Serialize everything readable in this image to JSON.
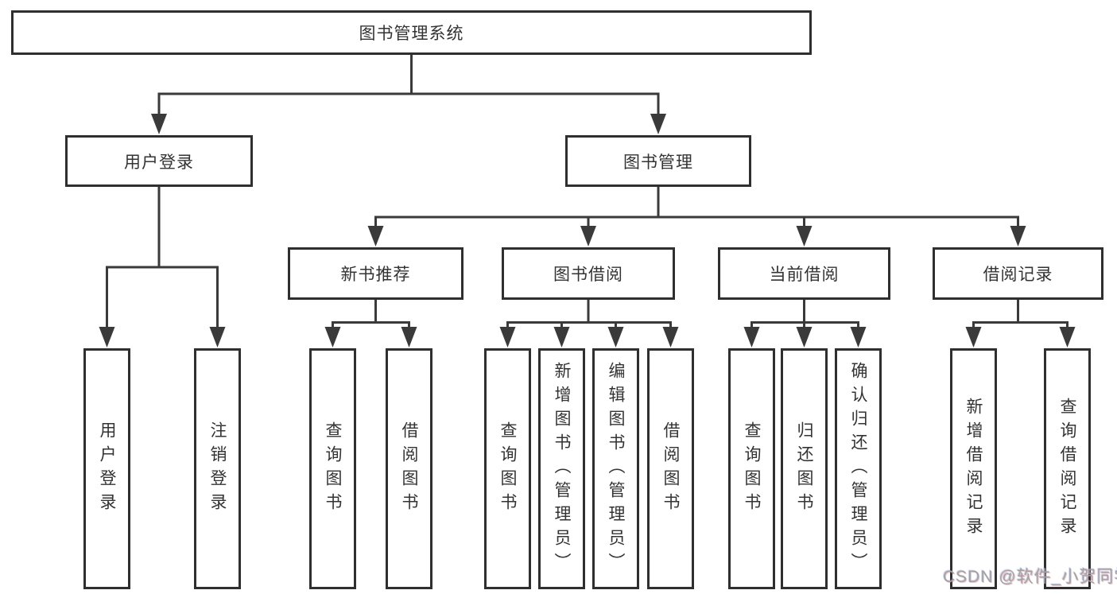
{
  "tree": {
    "root": {
      "label": "图书管理系统"
    },
    "level2": [
      {
        "label": "用户登录"
      },
      {
        "label": "图书管理"
      }
    ],
    "level3": [
      {
        "label": "新书推荐"
      },
      {
        "label": "图书借阅"
      },
      {
        "label": "当前借阅"
      },
      {
        "label": "借阅记录"
      }
    ],
    "leaves": {
      "user_login": [
        "用户登录",
        "注销登录"
      ],
      "new_book": [
        "查询图书",
        "借阅图书"
      ],
      "book_borrow": [
        "查询图书",
        "新增图书（管理员）",
        "编辑图书（管理员）",
        "借阅图书"
      ],
      "current_borrow": [
        "查询图书",
        "归还图书",
        "确认归还（管理员）"
      ],
      "borrow_records": [
        "新增借阅记录",
        "查询借阅记录"
      ]
    }
  },
  "watermark": {
    "text": "CSDN @软件_小贺同学"
  },
  "colors": {
    "box_border": "#2f2f2f",
    "line": "#3a3a3a",
    "text": "#333333",
    "watermark": "#a2a2a2",
    "background": "#ffffff"
  }
}
